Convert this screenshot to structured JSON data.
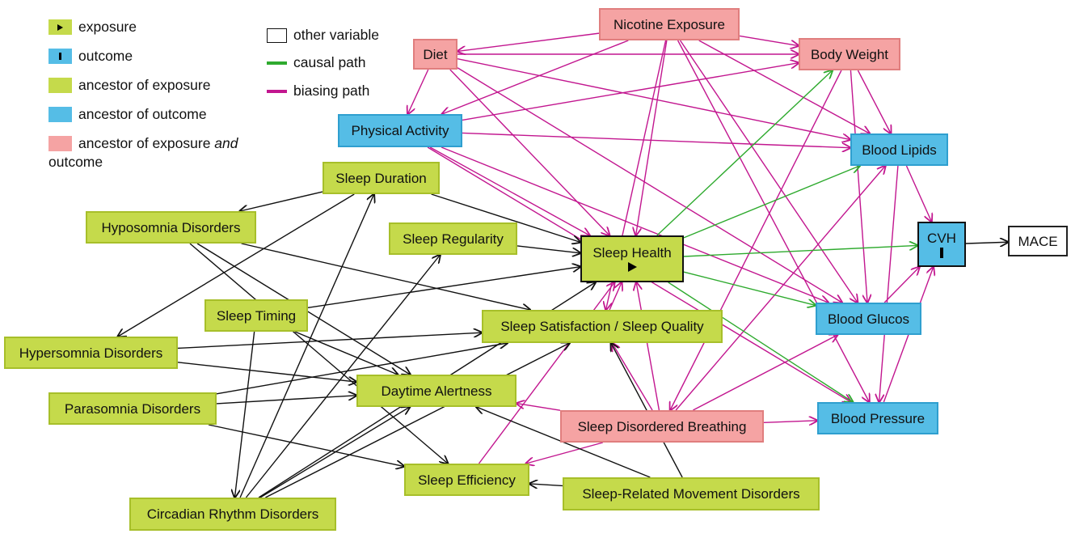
{
  "legend": {
    "exposure": "exposure",
    "outcome": "outcome",
    "ancestor_exposure": "ancestor of exposure",
    "ancestor_outcome": "ancestor of outcome",
    "ancestor_both_prefix": "ancestor of exposure ",
    "ancestor_both_em": "and",
    "ancestor_both_line2": "outcome",
    "other_variable": "other variable",
    "causal_path": "causal path",
    "biasing_path": "biasing path"
  },
  "colors": {
    "exposure_ancestor": "#c5da4b",
    "outcome_ancestor": "#55bde6",
    "both_ancestor": "#f5a3a3",
    "causal_path": "#2eaa2e",
    "biasing_path": "#c2168f",
    "other_path": "#111111"
  },
  "nodes": {
    "nicotine": "Nicotine Exposure",
    "diet": "Diet",
    "body_weight": "Body Weight",
    "physical_activity": "Physical Activity",
    "blood_lipids": "Blood Lipids",
    "sleep_duration": "Sleep Duration",
    "hyposomnia": "Hyposomnia Disorders",
    "sleep_regularity": "Sleep Regularity",
    "sleep_health": "Sleep Health",
    "cvh": "CVH",
    "mace": "MACE",
    "sleep_timing": "Sleep Timing",
    "sleep_satisfaction": "Sleep Satisfaction / Sleep Quality",
    "blood_glucos": "Blood Glucos",
    "hypersomnia": "Hypersomnia Disorders",
    "daytime_alertness": "Daytime Alertness",
    "parasomnia": "Parasomnia Disorders",
    "sleep_disordered_breathing": "Sleep Disordered Breathing",
    "blood_pressure": "Blood Pressure",
    "sleep_efficiency": "Sleep Efficiency",
    "sleep_movement": "Sleep-Related Movement Disorders",
    "circadian": "Circadian Rhythm Disorders"
  },
  "edges": [
    {
      "from": "nicotine",
      "to": "diet",
      "type": "bias"
    },
    {
      "from": "nicotine",
      "to": "body_weight",
      "type": "bias"
    },
    {
      "from": "nicotine",
      "to": "physical_activity",
      "type": "bias"
    },
    {
      "from": "nicotine",
      "to": "sleep_health",
      "type": "bias"
    },
    {
      "from": "nicotine",
      "to": "blood_lipids",
      "type": "bias"
    },
    {
      "from": "nicotine",
      "to": "blood_glucos",
      "type": "bias"
    },
    {
      "from": "nicotine",
      "to": "blood_pressure",
      "type": "bias"
    },
    {
      "from": "nicotine",
      "to": "sleep_satisfaction",
      "type": "bias"
    },
    {
      "from": "diet",
      "to": "body_weight",
      "type": "bias"
    },
    {
      "from": "diet",
      "to": "blood_lipids",
      "type": "bias"
    },
    {
      "from": "diet",
      "to": "sleep_health",
      "type": "bias"
    },
    {
      "from": "diet",
      "to": "blood_glucos",
      "type": "bias"
    },
    {
      "from": "diet",
      "to": "physical_activity",
      "type": "bias"
    },
    {
      "from": "physical_activity",
      "to": "body_weight",
      "type": "bias"
    },
    {
      "from": "physical_activity",
      "to": "blood_lipids",
      "type": "bias"
    },
    {
      "from": "physical_activity",
      "to": "sleep_health",
      "type": "bias"
    },
    {
      "from": "physical_activity",
      "to": "blood_glucos",
      "type": "bias"
    },
    {
      "from": "physical_activity",
      "to": "blood_pressure",
      "type": "bias"
    },
    {
      "from": "body_weight",
      "to": "blood_lipids",
      "type": "bias"
    },
    {
      "from": "body_weight",
      "to": "blood_glucos",
      "type": "bias"
    },
    {
      "from": "body_weight",
      "to": "sleep_disordered_breathing",
      "type": "bias"
    },
    {
      "from": "blood_lipids",
      "to": "cvh",
      "type": "bias"
    },
    {
      "from": "blood_lipids",
      "to": "blood_pressure",
      "type": "bias"
    },
    {
      "from": "blood_glucos",
      "to": "cvh",
      "type": "bias"
    },
    {
      "from": "blood_pressure",
      "to": "cvh",
      "type": "bias"
    },
    {
      "from": "sleep_disordered_breathing",
      "to": "blood_lipids",
      "type": "bias"
    },
    {
      "from": "sleep_disordered_breathing",
      "to": "blood_glucos",
      "type": "bias"
    },
    {
      "from": "sleep_disordered_breathing",
      "to": "blood_pressure",
      "type": "bias"
    },
    {
      "from": "sleep_disordered_breathing",
      "to": "sleep_health",
      "type": "bias"
    },
    {
      "from": "sleep_disordered_breathing",
      "to": "sleep_satisfaction",
      "type": "bias"
    },
    {
      "from": "sleep_disordered_breathing",
      "to": "daytime_alertness",
      "type": "bias"
    },
    {
      "from": "sleep_disordered_breathing",
      "to": "sleep_efficiency",
      "type": "bias"
    },
    {
      "from": "sleep_efficiency",
      "to": "sleep_health",
      "type": "bias"
    },
    {
      "from": "sleep_satisfaction",
      "to": "sleep_health",
      "type": "bias"
    },
    {
      "from": "sleep_health",
      "to": "cvh",
      "type": "causal"
    },
    {
      "from": "sleep_health",
      "to": "body_weight",
      "type": "causal"
    },
    {
      "from": "sleep_health",
      "to": "blood_lipids",
      "type": "causal"
    },
    {
      "from": "sleep_health",
      "to": "blood_glucos",
      "type": "causal"
    },
    {
      "from": "sleep_health",
      "to": "blood_pressure",
      "type": "causal"
    },
    {
      "from": "cvh",
      "to": "mace",
      "type": "other"
    },
    {
      "from": "sleep_duration",
      "to": "hyposomnia",
      "type": "other"
    },
    {
      "from": "sleep_duration",
      "to": "hypersomnia",
      "type": "other"
    },
    {
      "from": "sleep_duration",
      "to": "sleep_health",
      "type": "other"
    },
    {
      "from": "sleep_regularity",
      "to": "sleep_health",
      "type": "other"
    },
    {
      "from": "sleep_timing",
      "to": "sleep_health",
      "type": "other"
    },
    {
      "from": "sleep_timing",
      "to": "daytime_alertness",
      "type": "other"
    },
    {
      "from": "sleep_timing",
      "to": "circadian",
      "type": "other"
    },
    {
      "from": "hyposomnia",
      "to": "sleep_satisfaction",
      "type": "other"
    },
    {
      "from": "hyposomnia",
      "to": "daytime_alertness",
      "type": "other"
    },
    {
      "from": "hyposomnia",
      "to": "sleep_efficiency",
      "type": "other"
    },
    {
      "from": "hypersomnia",
      "to": "sleep_satisfaction",
      "type": "other"
    },
    {
      "from": "hypersomnia",
      "to": "daytime_alertness",
      "type": "other"
    },
    {
      "from": "parasomnia",
      "to": "sleep_satisfaction",
      "type": "other"
    },
    {
      "from": "parasomnia",
      "to": "daytime_alertness",
      "type": "other"
    },
    {
      "from": "parasomnia",
      "to": "sleep_efficiency",
      "type": "other"
    },
    {
      "from": "circadian",
      "to": "sleep_duration",
      "type": "other"
    },
    {
      "from": "circadian",
      "to": "sleep_regularity",
      "type": "other"
    },
    {
      "from": "circadian",
      "to": "daytime_alertness",
      "type": "other"
    },
    {
      "from": "circadian",
      "to": "sleep_satisfaction",
      "type": "other"
    },
    {
      "from": "circadian",
      "to": "sleep_health",
      "type": "other"
    },
    {
      "from": "sleep_movement",
      "to": "sleep_efficiency",
      "type": "other"
    },
    {
      "from": "sleep_movement",
      "to": "daytime_alertness",
      "type": "other"
    },
    {
      "from": "sleep_movement",
      "to": "sleep_satisfaction",
      "type": "other"
    }
  ]
}
